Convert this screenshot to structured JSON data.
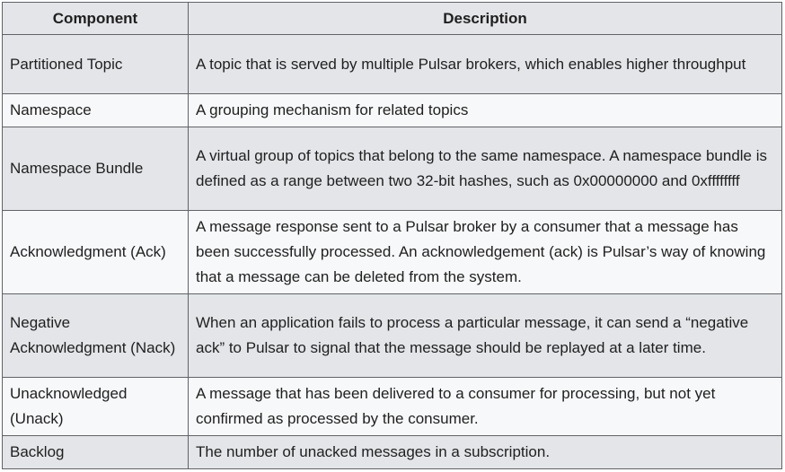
{
  "table": {
    "headers": [
      "Component",
      "Description"
    ],
    "rows": [
      {
        "component": "Partitioned Topic",
        "description": "A topic that is served by multiple Pulsar brokers, which enables higher throughput"
      },
      {
        "component": "Namespace",
        "description": "A grouping mechanism for related topics"
      },
      {
        "component": "Namespace Bundle",
        "description": "A virtual group of topics that belong to the same namespace. A namespace bundle is defined as a range between two 32-bit hashes, such as 0x00000000 and 0xffffffff"
      },
      {
        "component": "Acknowledgment (Ack)",
        "description": "A message response sent to a Pulsar broker by a consumer that a message has been successfully processed. An acknowledgement (ack) is Pulsar’s way of knowing that a message can be deleted from the system."
      },
      {
        "component": "Negative Acknowledgment (Nack)",
        "description": "When an application fails to process a particular message, it can send a “negative ack” to Pulsar to signal that the message should be replayed at a later time."
      },
      {
        "component": "Unacknowledged (Unack)",
        "description": "A message that has been delivered to a consumer for processing, but not yet confirmed as processed by the consumer."
      },
      {
        "component": "Backlog",
        "description": "The number of unacked messages in a subscription."
      }
    ]
  },
  "colors": {
    "header_bg": "#e3e5e8",
    "shaded_row_bg": "#e3e5e8",
    "light_row_bg": "#f7f8f9",
    "border": "#5f6368",
    "text": "#1f1f1f"
  }
}
